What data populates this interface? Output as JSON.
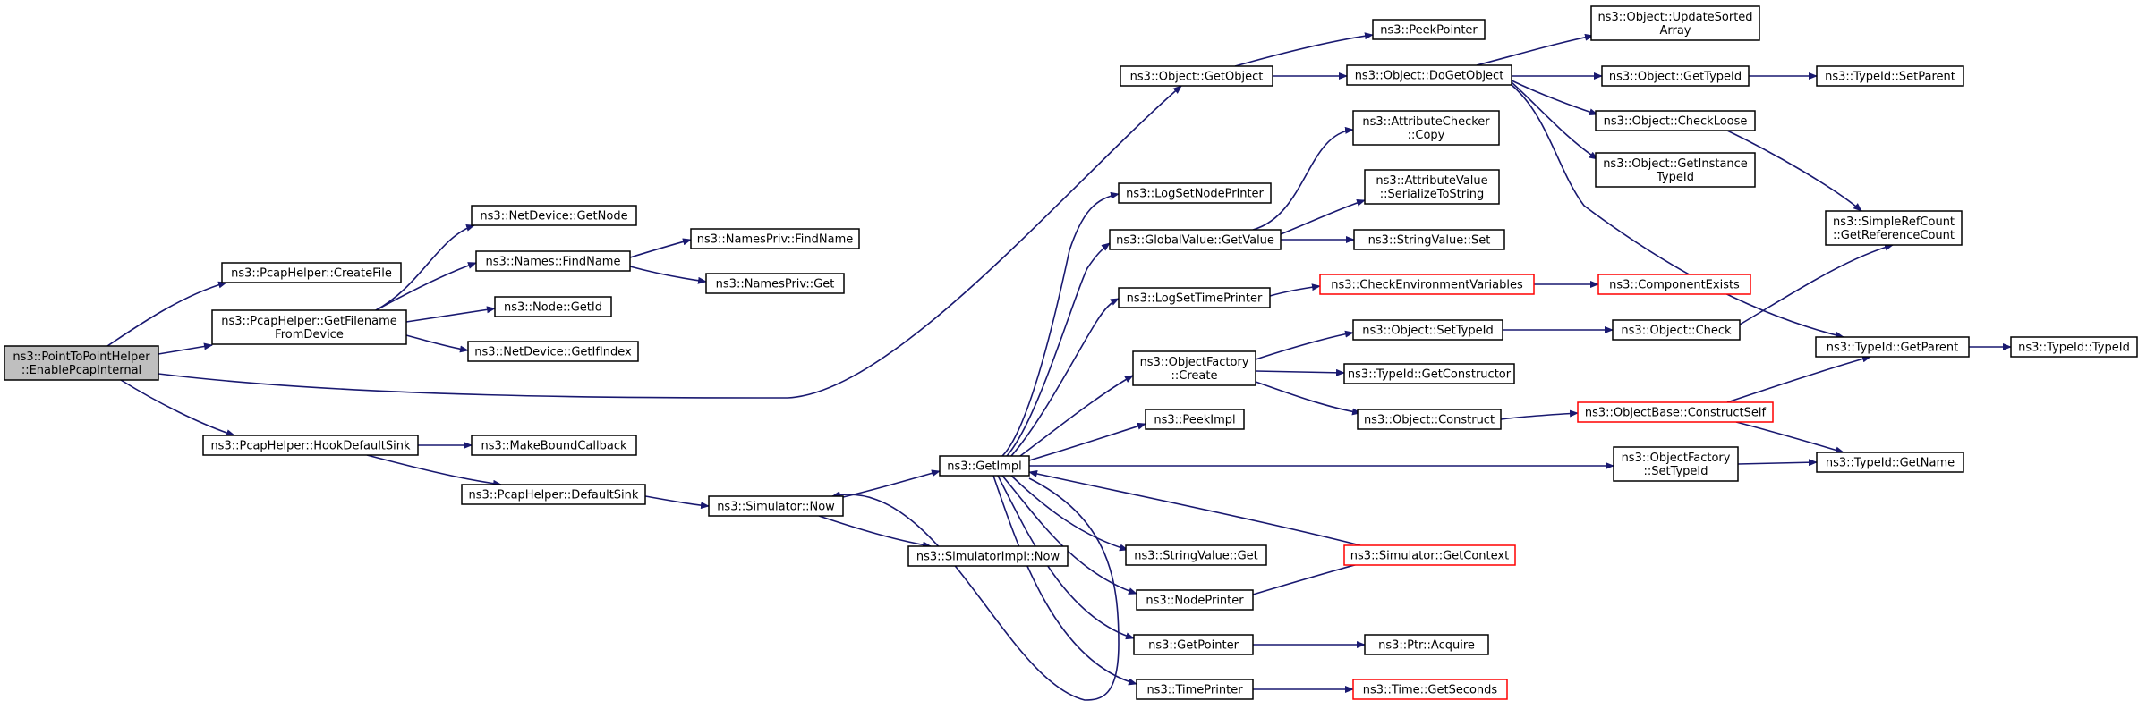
{
  "colors": {
    "edge": "#191970",
    "border": "#000000",
    "highlight_border": "#ff0000",
    "root_fill": "#bfbfbf",
    "node_fill": "#ffffff"
  },
  "nodes": [
    {
      "id": "root",
      "lines": [
        "ns3::PointToPointHelper",
        "::EnablePcapInternal"
      ],
      "kind": "root"
    },
    {
      "id": "createfile",
      "lines": [
        "ns3::PcapHelper::CreateFile"
      ],
      "kind": "normal"
    },
    {
      "id": "getfilename",
      "lines": [
        "ns3::PcapHelper::GetFilename",
        "FromDevice"
      ],
      "kind": "normal"
    },
    {
      "id": "hookdefaultsink",
      "lines": [
        "ns3::PcapHelper::HookDefaultSink"
      ],
      "kind": "normal"
    },
    {
      "id": "netdev_getnode",
      "lines": [
        "ns3::NetDevice::GetNode"
      ],
      "kind": "normal"
    },
    {
      "id": "names_findname",
      "lines": [
        "ns3::Names::FindName"
      ],
      "kind": "normal"
    },
    {
      "id": "node_getid",
      "lines": [
        "ns3::Node::GetId"
      ],
      "kind": "normal"
    },
    {
      "id": "netdev_getifindex",
      "lines": [
        "ns3::NetDevice::GetIfIndex"
      ],
      "kind": "normal"
    },
    {
      "id": "namespriv_findname",
      "lines": [
        "ns3::NamesPriv::FindName"
      ],
      "kind": "normal"
    },
    {
      "id": "namespriv_get",
      "lines": [
        "ns3::NamesPriv::Get"
      ],
      "kind": "normal"
    },
    {
      "id": "makeboundcallback",
      "lines": [
        "ns3::MakeBoundCallback"
      ],
      "kind": "normal"
    },
    {
      "id": "defaultsink",
      "lines": [
        "ns3::PcapHelper::DefaultSink"
      ],
      "kind": "normal"
    },
    {
      "id": "simulator_now",
      "lines": [
        "ns3::Simulator::Now"
      ],
      "kind": "normal"
    },
    {
      "id": "simimpl_now",
      "lines": [
        "ns3::SimulatorImpl::Now"
      ],
      "kind": "normal"
    },
    {
      "id": "getimpl",
      "lines": [
        "ns3::GetImpl"
      ],
      "kind": "normal"
    },
    {
      "id": "object_getobject",
      "lines": [
        "ns3::Object::GetObject"
      ],
      "kind": "normal"
    },
    {
      "id": "peekpointer",
      "lines": [
        "ns3::PeekPointer"
      ],
      "kind": "normal"
    },
    {
      "id": "object_dogetobject",
      "lines": [
        "ns3::Object::DoGetObject"
      ],
      "kind": "normal"
    },
    {
      "id": "object_updatesorted",
      "lines": [
        "ns3::Object::UpdateSorted",
        "Array"
      ],
      "kind": "normal"
    },
    {
      "id": "object_gettypeid",
      "lines": [
        "ns3::Object::GetTypeId"
      ],
      "kind": "normal"
    },
    {
      "id": "typeid_setparent",
      "lines": [
        "ns3::TypeId::SetParent"
      ],
      "kind": "normal"
    },
    {
      "id": "object_checkloose",
      "lines": [
        "ns3::Object::CheckLoose"
      ],
      "kind": "normal"
    },
    {
      "id": "object_getinstancetypeid",
      "lines": [
        "ns3::Object::GetInstance",
        "TypeId"
      ],
      "kind": "normal"
    },
    {
      "id": "simplerefcount",
      "lines": [
        "ns3::SimpleRefCount",
        "::GetReferenceCount"
      ],
      "kind": "normal"
    },
    {
      "id": "logsetnodeprinter",
      "lines": [
        "ns3::LogSetNodePrinter"
      ],
      "kind": "normal"
    },
    {
      "id": "globalvalue_getvalue",
      "lines": [
        "ns3::GlobalValue::GetValue"
      ],
      "kind": "normal"
    },
    {
      "id": "attributechecker_copy",
      "lines": [
        "ns3::AttributeChecker",
        "::Copy"
      ],
      "kind": "normal"
    },
    {
      "id": "attributevalue_serialize",
      "lines": [
        "ns3::AttributeValue",
        "::SerializeToString"
      ],
      "kind": "normal"
    },
    {
      "id": "stringvalue_set",
      "lines": [
        "ns3::StringValue::Set"
      ],
      "kind": "normal"
    },
    {
      "id": "logsettimeprinter",
      "lines": [
        "ns3::LogSetTimePrinter"
      ],
      "kind": "normal"
    },
    {
      "id": "checkenvvars",
      "lines": [
        "ns3::CheckEnvironmentVariables"
      ],
      "kind": "highlight"
    },
    {
      "id": "componentexists",
      "lines": [
        "ns3::ComponentExists"
      ],
      "kind": "highlight"
    },
    {
      "id": "objectfactory_create",
      "lines": [
        "ns3::ObjectFactory",
        "::Create"
      ],
      "kind": "normal"
    },
    {
      "id": "object_settypeid",
      "lines": [
        "ns3::Object::SetTypeId"
      ],
      "kind": "normal"
    },
    {
      "id": "object_check",
      "lines": [
        "ns3::Object::Check"
      ],
      "kind": "normal"
    },
    {
      "id": "typeid_getconstructor",
      "lines": [
        "ns3::TypeId::GetConstructor"
      ],
      "kind": "normal"
    },
    {
      "id": "object_construct",
      "lines": [
        "ns3::Object::Construct"
      ],
      "kind": "normal"
    },
    {
      "id": "objectbase_constructself",
      "lines": [
        "ns3::ObjectBase::ConstructSelf"
      ],
      "kind": "highlight"
    },
    {
      "id": "typeid_getparent",
      "lines": [
        "ns3::TypeId::GetParent"
      ],
      "kind": "normal"
    },
    {
      "id": "typeid_typeid",
      "lines": [
        "ns3::TypeId::TypeId"
      ],
      "kind": "normal"
    },
    {
      "id": "typeid_getname",
      "lines": [
        "ns3::TypeId::GetName"
      ],
      "kind": "normal"
    },
    {
      "id": "peekimpl",
      "lines": [
        "ns3::PeekImpl"
      ],
      "kind": "normal"
    },
    {
      "id": "objectfactory_settypeid",
      "lines": [
        "ns3::ObjectFactory",
        "::SetTypeId"
      ],
      "kind": "normal"
    },
    {
      "id": "stringvalue_get",
      "lines": [
        "ns3::StringValue::Get"
      ],
      "kind": "normal"
    },
    {
      "id": "simulator_getcontext",
      "lines": [
        "ns3::Simulator::GetContext"
      ],
      "kind": "highlight"
    },
    {
      "id": "nodeprinter",
      "lines": [
        "ns3::NodePrinter"
      ],
      "kind": "normal"
    },
    {
      "id": "getpointer",
      "lines": [
        "ns3::GetPointer"
      ],
      "kind": "normal"
    },
    {
      "id": "ptr_acquire",
      "lines": [
        "ns3::Ptr::Acquire"
      ],
      "kind": "normal"
    },
    {
      "id": "timeprinter",
      "lines": [
        "ns3::TimePrinter"
      ],
      "kind": "normal"
    },
    {
      "id": "time_getseconds",
      "lines": [
        "ns3::Time::GetSeconds"
      ],
      "kind": "highlight"
    }
  ]
}
